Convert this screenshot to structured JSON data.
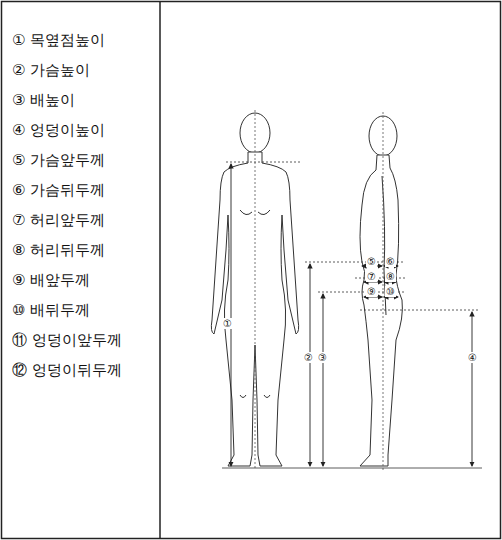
{
  "diagram": {
    "labels": [
      "① 목옆점높이",
      "② 가슴높이",
      "③ 배높이",
      "④ 엉덩이높이",
      "⑤ 가슴앞두께",
      "⑥ 가슴뒤두께",
      "⑦ 허리앞두께",
      "⑧ 허리뒤두께",
      "⑨ 배앞두께",
      "⑩ 배뒤두께",
      "⑪ 엉덩이앞두께",
      "⑫ 엉덩이뒤두께",
      "①",
      "②",
      "③",
      "④",
      "⑤",
      "⑥",
      "⑦",
      "⑧",
      "⑨",
      "⑩"
    ]
  }
}
